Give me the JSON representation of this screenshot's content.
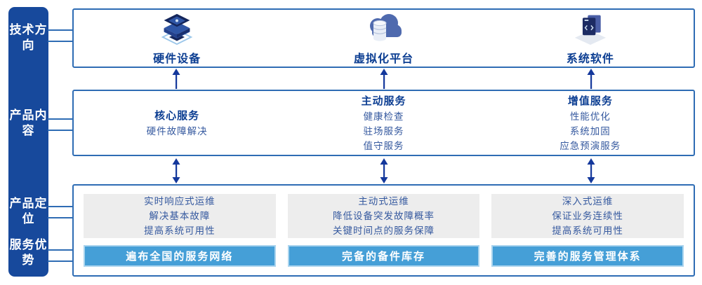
{
  "colors": {
    "sidebar_bg": "#17499c",
    "frame_border": "#2e6cb4",
    "title_navy": "#0c3e92",
    "body_blue": "#35599f",
    "arrow_navy": "#14389c",
    "panel_gray": "#ededed",
    "bar_blue": "#459fd7",
    "bar_border": "#aad4ee"
  },
  "sidebar": {
    "items": [
      {
        "label": "技术方向"
      },
      {
        "label": "产品内容"
      },
      {
        "label": "产品定位"
      },
      {
        "label": "服务优势"
      }
    ]
  },
  "tech_row": {
    "items": [
      {
        "label": "硬件设备",
        "icon": "server-stack-icon"
      },
      {
        "label": "虚拟化平台",
        "icon": "cloud-database-icon"
      },
      {
        "label": "系统软件",
        "icon": "code-window-icon"
      }
    ]
  },
  "content_row": {
    "cols": [
      {
        "title": "核心服务",
        "items": [
          "硬件故障解决"
        ]
      },
      {
        "title": "主动服务",
        "items": [
          "健康检查",
          "驻场服务",
          "值守服务"
        ]
      },
      {
        "title": "增值服务",
        "items": [
          "性能优化",
          "系统加固",
          "应急预演服务"
        ]
      }
    ]
  },
  "position_row": {
    "cols": [
      {
        "lines": [
          "实时响应式运维",
          "解决基本故障",
          "提高系统可用性"
        ],
        "bar": "遍布全国的服务网络"
      },
      {
        "lines": [
          "主动式运维",
          "降低设备突发故障概率",
          "关键时间点的服务保障"
        ],
        "bar": "完备的备件库存"
      },
      {
        "lines": [
          "深入式运维",
          "保证业务连续性",
          "提高系统可用性"
        ],
        "bar": "完善的服务管理体系"
      }
    ]
  }
}
